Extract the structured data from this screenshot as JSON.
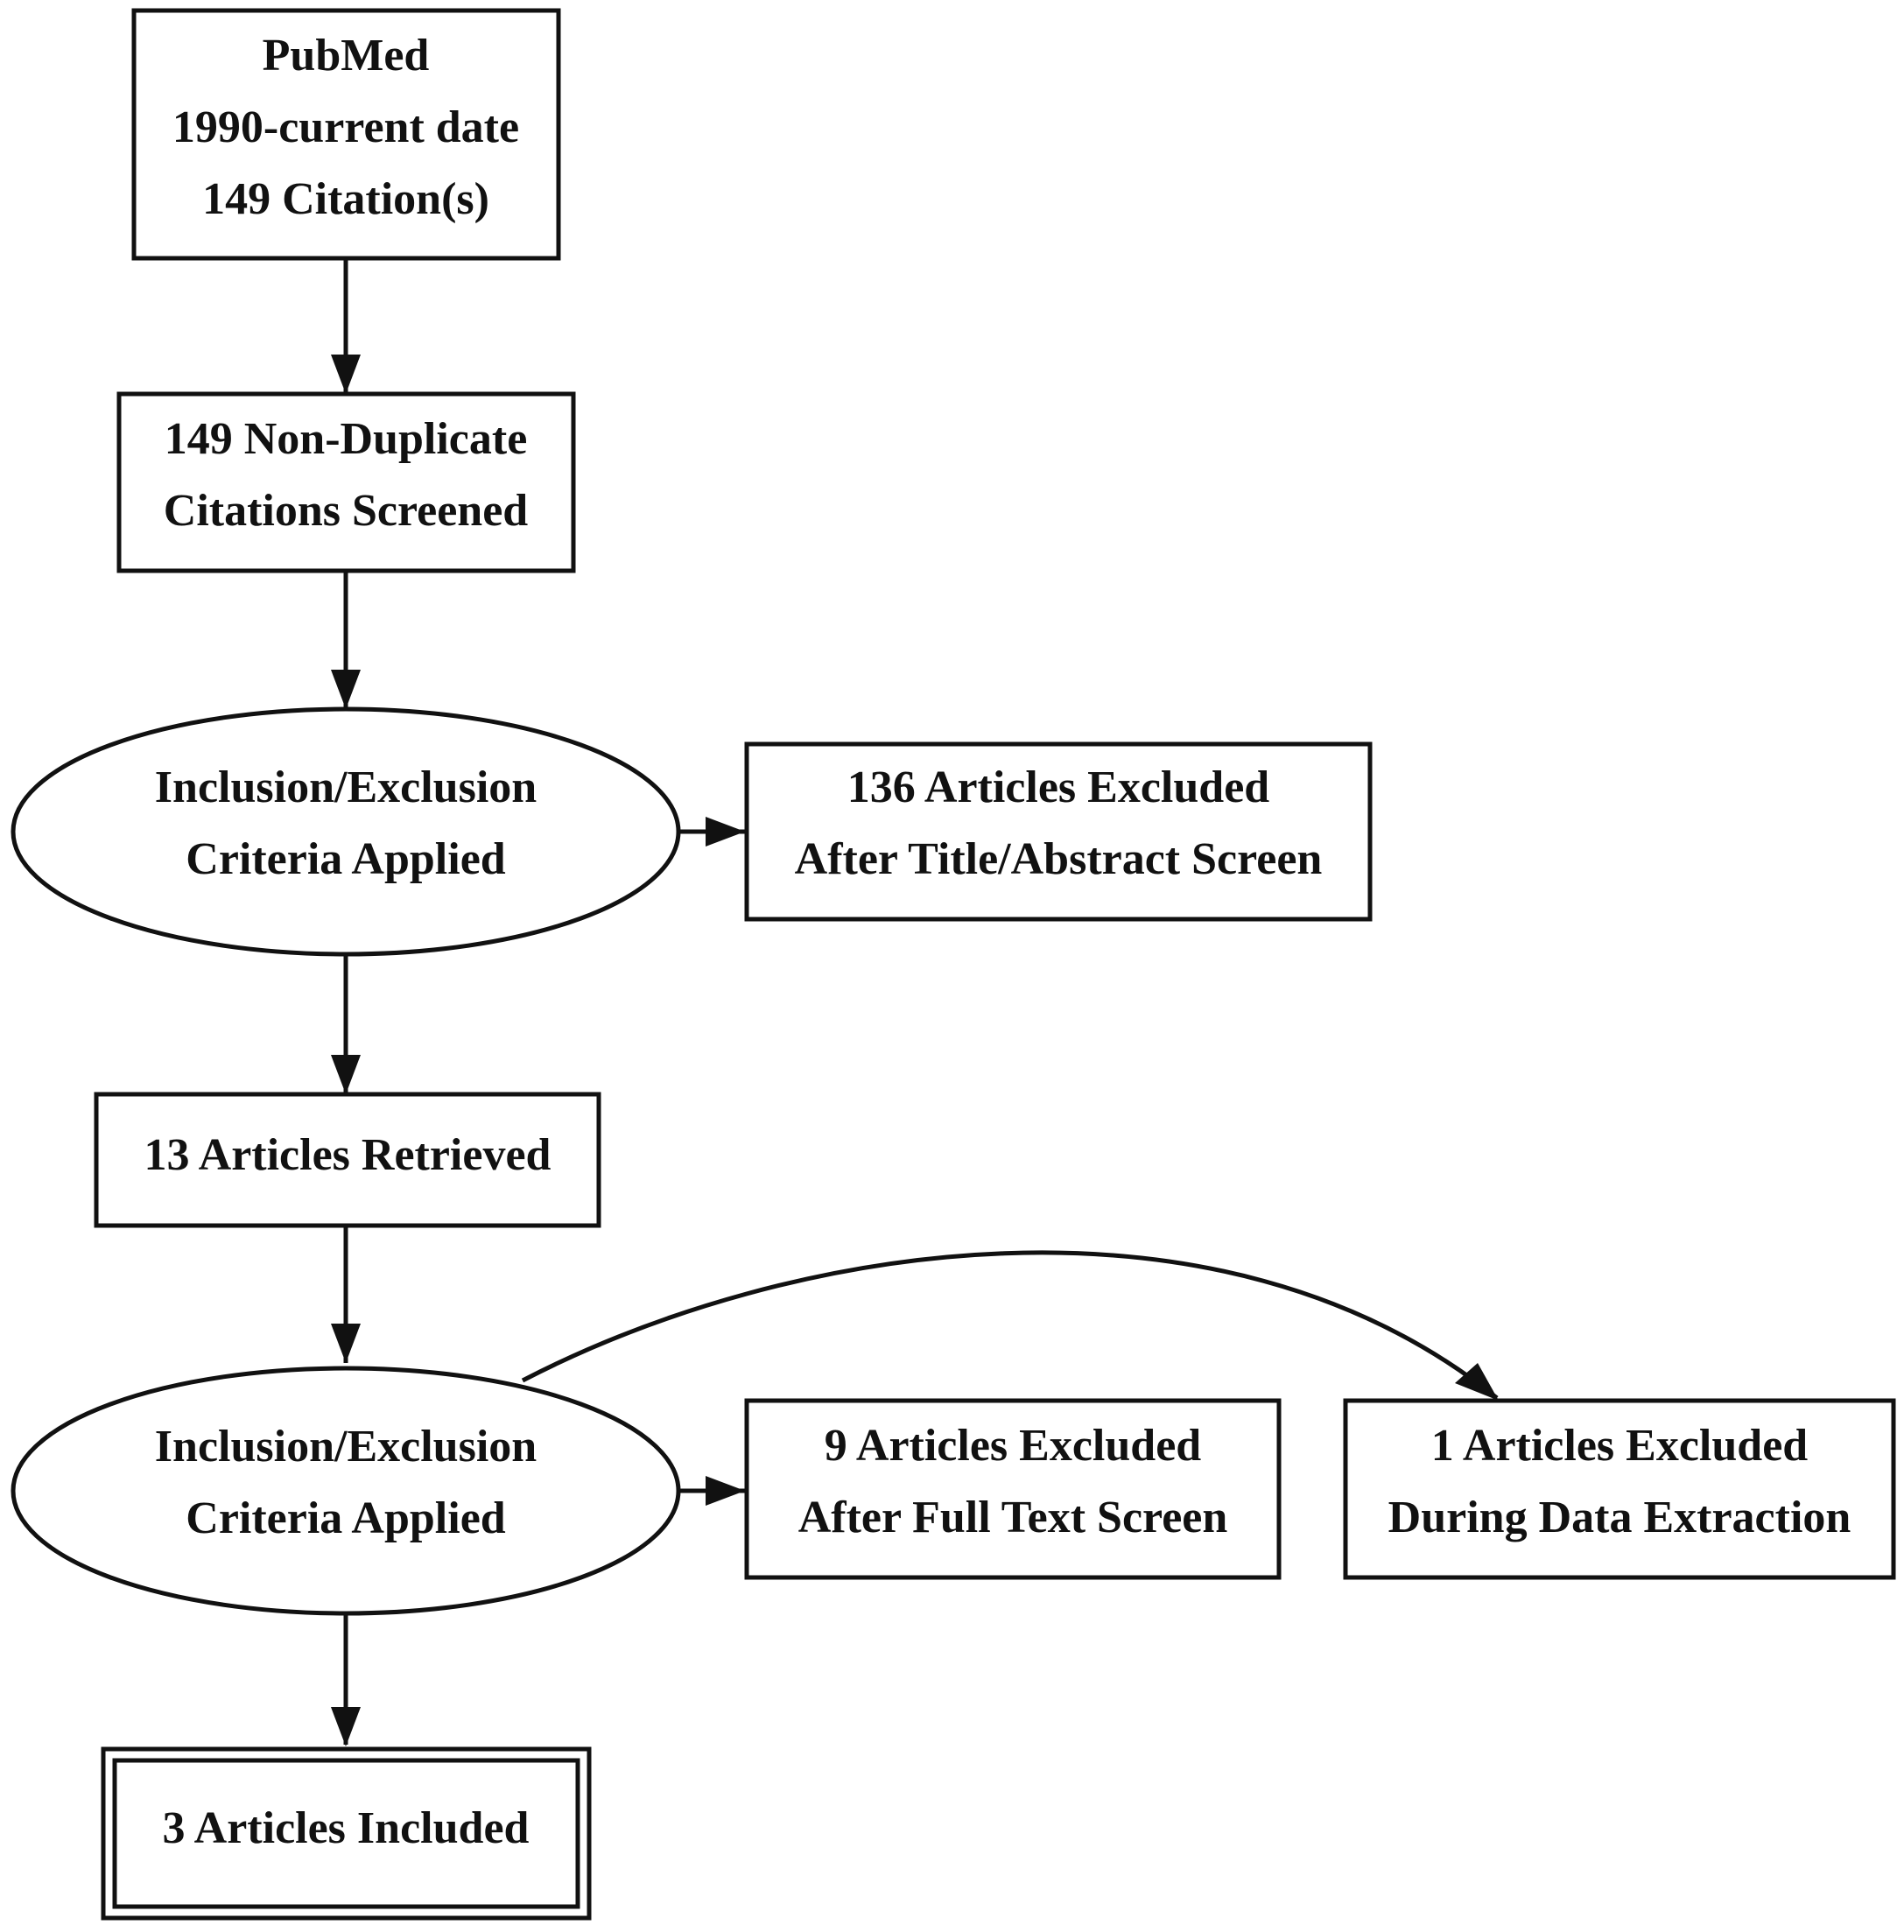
{
  "nodes": {
    "pubmed": {
      "lines": [
        "PubMed",
        "1990-current date",
        "149 Citation(s)"
      ]
    },
    "screened": {
      "lines": [
        "149 Non-Duplicate",
        "Citations Screened"
      ]
    },
    "criteria_1": {
      "lines": [
        "Inclusion/Exclusion",
        "Criteria Applied"
      ]
    },
    "excluded_title": {
      "lines": [
        "136 Articles Excluded",
        "After Title/Abstract Screen"
      ]
    },
    "retrieved": {
      "lines": [
        "13 Articles Retrieved"
      ]
    },
    "criteria_2": {
      "lines": [
        "Inclusion/Exclusion",
        "Criteria Applied"
      ]
    },
    "excluded_fulltext": {
      "lines": [
        "9 Articles Excluded",
        "After Full Text Screen"
      ]
    },
    "excluded_extraction": {
      "lines": [
        "1 Articles Excluded",
        "During Data Extraction"
      ]
    },
    "included": {
      "lines": [
        "3 Articles Included"
      ]
    }
  },
  "edges": [
    {
      "from": "pubmed",
      "to": "screened"
    },
    {
      "from": "screened",
      "to": "criteria_1"
    },
    {
      "from": "criteria_1",
      "to": "excluded_title"
    },
    {
      "from": "criteria_1",
      "to": "retrieved"
    },
    {
      "from": "retrieved",
      "to": "criteria_2"
    },
    {
      "from": "criteria_2",
      "to": "excluded_fulltext"
    },
    {
      "from": "criteria_2",
      "to": "excluded_extraction"
    },
    {
      "from": "criteria_2",
      "to": "included"
    }
  ],
  "colors": {
    "stroke": "#111111",
    "background": "#ffffff"
  }
}
